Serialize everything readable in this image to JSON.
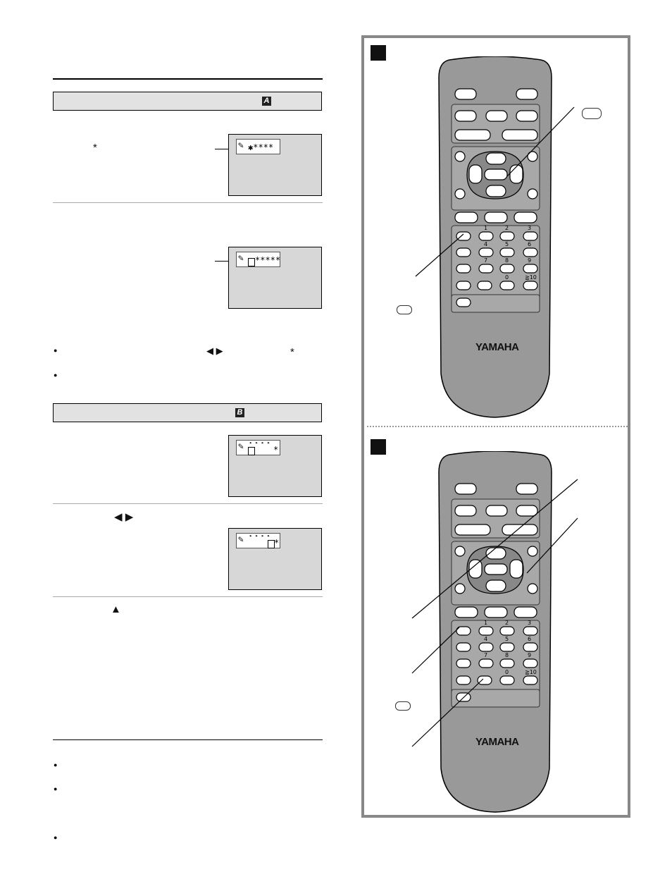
{
  "section_a": {
    "badge": "A",
    "bullet_1": "◀ ▶",
    "asterisk_1": "*",
    "asterisk_2": "*"
  },
  "section_b": {
    "badge": "B",
    "step_2_arrows": "◀ ▶",
    "step_3_arrow": "▲"
  },
  "osd": {
    "screen_1": "✱****",
    "screen_2": "*****",
    "screen_3": "*",
    "screen_4": "*"
  },
  "remote": {
    "brand": "YAMAHA",
    "numbers": [
      "1",
      "2",
      "3",
      "4",
      "5",
      "6",
      "7",
      "8",
      "9",
      "0",
      "≧10"
    ]
  },
  "bullet_symbol": "●"
}
